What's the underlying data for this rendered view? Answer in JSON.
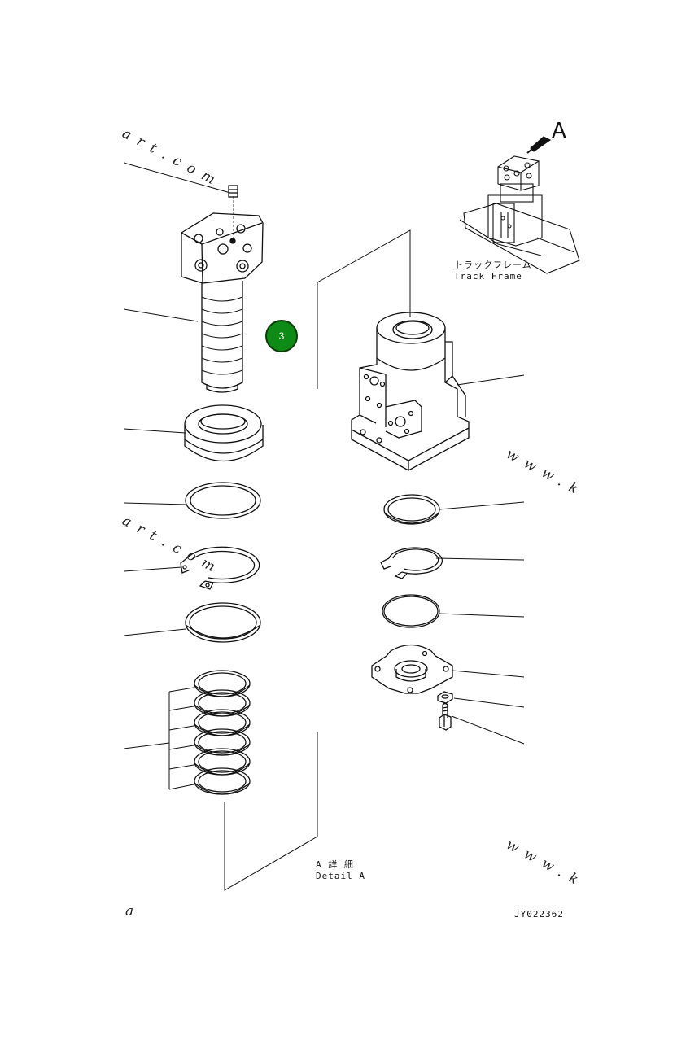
{
  "diagram": {
    "view_letter": "A",
    "track_frame_jp": "トラックフレーム",
    "track_frame_en": "Track Frame",
    "detail_jp": "A 詳 細",
    "detail_en": "Detail A",
    "drawing_code": "JY022362",
    "corner_letter": "a"
  },
  "watermarks": {
    "upper_left": "art.com",
    "middle_left": "art.com",
    "right_upper": "www.k",
    "right_lower": "www.k"
  },
  "badge": {
    "label": "3",
    "color": "#0e8a16"
  }
}
